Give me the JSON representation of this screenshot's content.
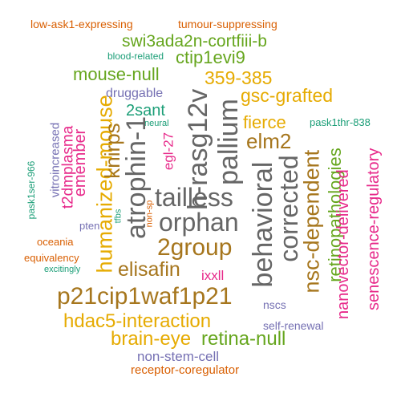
{
  "palette": {
    "orange": "#d95f02",
    "green": "#66a61e",
    "teal": "#1b9e77",
    "gold": "#e6ab02",
    "brown": "#a6761d",
    "slate": "#666666",
    "purple": "#7570b3",
    "magenta": "#e7298a"
  },
  "words": [
    {
      "text": "low-ask1-expressing"
    },
    {
      "text": "tumour-suppressing"
    },
    {
      "text": "swi3ada2n-cortfiii-b"
    },
    {
      "text": "blood-related"
    },
    {
      "text": "ctip1evi9"
    },
    {
      "text": "mouse-null"
    },
    {
      "text": "359-385"
    },
    {
      "text": "druggable"
    },
    {
      "text": "gsc-grafted"
    },
    {
      "text": "2sant"
    },
    {
      "text": "fierce"
    },
    {
      "text": "neural"
    },
    {
      "text": "pask1thr-838"
    },
    {
      "text": "elm2"
    },
    {
      "text": "tailless"
    },
    {
      "text": "orphan"
    },
    {
      "text": "2group"
    },
    {
      "text": "elisafin"
    },
    {
      "text": "ixxll"
    },
    {
      "text": "p21cip1waf1p21"
    },
    {
      "text": "nscs"
    },
    {
      "text": "hdac5-interaction"
    },
    {
      "text": "self-renewal"
    },
    {
      "text": "brain-eye"
    },
    {
      "text": "retina-null"
    },
    {
      "text": "non-stem-cell"
    },
    {
      "text": "receptor-coregulator"
    },
    {
      "text": "pten"
    },
    {
      "text": "oceania"
    },
    {
      "text": "equivalency"
    },
    {
      "text": "excitingly"
    },
    {
      "text": "atrophin-1"
    },
    {
      "text": "h-rasg12v"
    },
    {
      "text": "pallium"
    },
    {
      "text": "behavioral"
    },
    {
      "text": "corrected"
    },
    {
      "text": "humanized-mouse"
    },
    {
      "text": "knirps"
    },
    {
      "text": "nsc-dependent"
    },
    {
      "text": "retinopathologies"
    },
    {
      "text": "nanovector-delivered"
    },
    {
      "text": "senescence-regulatory"
    },
    {
      "text": "ememb­er"
    },
    {
      "text": "t2dmplasma"
    },
    {
      "text": "vitroincreased"
    },
    {
      "text": "pask1ser-966"
    },
    {
      "text": "egl-27"
    },
    {
      "text": "tfbs"
    },
    {
      "text": "non-sp"
    }
  ]
}
